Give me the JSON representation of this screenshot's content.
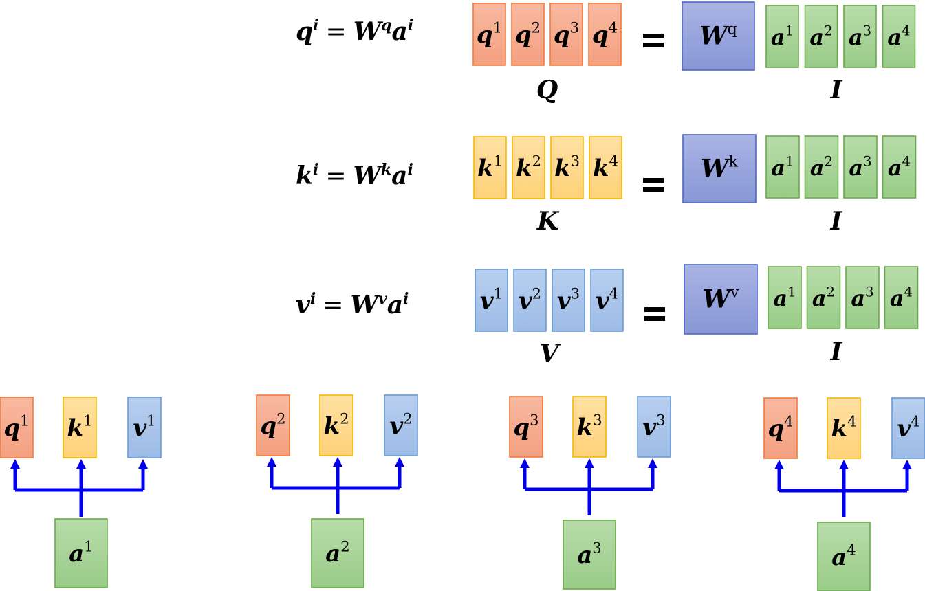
{
  "equations": [
    {
      "id": "q",
      "lhs": {
        "base": "q",
        "sup": "i"
      },
      "equals": "=",
      "weight": {
        "base": "W",
        "sup": "q"
      },
      "input": {
        "base": "a",
        "sup": "i"
      },
      "result_label": "Q",
      "result_color": "q",
      "result_cells": [
        {
          "base": "q",
          "sup": "1"
        },
        {
          "base": "q",
          "sup": "2"
        },
        {
          "base": "q",
          "sup": "3"
        },
        {
          "base": "q",
          "sup": "4"
        }
      ],
      "input_label": "I",
      "input_cells": [
        {
          "base": "a",
          "sup": "1"
        },
        {
          "base": "a",
          "sup": "2"
        },
        {
          "base": "a",
          "sup": "3"
        },
        {
          "base": "a",
          "sup": "4"
        }
      ]
    },
    {
      "id": "k",
      "lhs": {
        "base": "k",
        "sup": "i"
      },
      "equals": "=",
      "weight": {
        "base": "W",
        "sup": "k"
      },
      "input": {
        "base": "a",
        "sup": "i"
      },
      "result_label": "K",
      "result_color": "k",
      "result_cells": [
        {
          "base": "k",
          "sup": "1"
        },
        {
          "base": "k",
          "sup": "2"
        },
        {
          "base": "k",
          "sup": "3"
        },
        {
          "base": "k",
          "sup": "4"
        }
      ],
      "input_label": "I",
      "input_cells": [
        {
          "base": "a",
          "sup": "1"
        },
        {
          "base": "a",
          "sup": "2"
        },
        {
          "base": "a",
          "sup": "3"
        },
        {
          "base": "a",
          "sup": "4"
        }
      ]
    },
    {
      "id": "v",
      "lhs": {
        "base": "v",
        "sup": "i"
      },
      "equals": "=",
      "weight": {
        "base": "W",
        "sup": "v"
      },
      "input": {
        "base": "a",
        "sup": "i"
      },
      "result_label": "V",
      "result_color": "v",
      "result_cells": [
        {
          "base": "v",
          "sup": "1"
        },
        {
          "base": "v",
          "sup": "2"
        },
        {
          "base": "v",
          "sup": "3"
        },
        {
          "base": "v",
          "sup": "4"
        }
      ],
      "input_label": "I",
      "input_cells": [
        {
          "base": "a",
          "sup": "1"
        },
        {
          "base": "a",
          "sup": "2"
        },
        {
          "base": "a",
          "sup": "3"
        },
        {
          "base": "a",
          "sup": "4"
        }
      ]
    }
  ],
  "token_groups": [
    {
      "input": {
        "base": "a",
        "sup": "1"
      },
      "outputs": [
        {
          "base": "q",
          "sup": "1",
          "color": "q"
        },
        {
          "base": "k",
          "sup": "1",
          "color": "k"
        },
        {
          "base": "v",
          "sup": "1",
          "color": "v"
        }
      ]
    },
    {
      "input": {
        "base": "a",
        "sup": "2"
      },
      "outputs": [
        {
          "base": "q",
          "sup": "2",
          "color": "q"
        },
        {
          "base": "k",
          "sup": "2",
          "color": "k"
        },
        {
          "base": "v",
          "sup": "2",
          "color": "v"
        }
      ]
    },
    {
      "input": {
        "base": "a",
        "sup": "3"
      },
      "outputs": [
        {
          "base": "q",
          "sup": "3",
          "color": "q"
        },
        {
          "base": "k",
          "sup": "3",
          "color": "k"
        },
        {
          "base": "v",
          "sup": "3",
          "color": "v"
        }
      ]
    },
    {
      "input": {
        "base": "a",
        "sup": "4"
      },
      "outputs": [
        {
          "base": "q",
          "sup": "4",
          "color": "q"
        },
        {
          "base": "k",
          "sup": "4",
          "color": "k"
        },
        {
          "base": "v",
          "sup": "4",
          "color": "v"
        }
      ]
    }
  ],
  "colors": {
    "q": {
      "fill_top": "#f8b9a0",
      "fill_bottom": "#f4a080",
      "stroke": "#f07a3a"
    },
    "k": {
      "fill_top": "#ffe1a3",
      "fill_bottom": "#ffd27a",
      "stroke": "#f5b800"
    },
    "v": {
      "fill_top": "#b8cff0",
      "fill_bottom": "#9dbce6",
      "stroke": "#6c9bd6"
    },
    "a": {
      "fill_top": "#b8dcaa",
      "fill_bottom": "#99cc88",
      "stroke": "#6aaa4a"
    },
    "w": {
      "fill_top": "#aab4e4",
      "fill_bottom": "#8797d6",
      "stroke": "#4e66c2"
    },
    "arrow": "#0000ee"
  }
}
